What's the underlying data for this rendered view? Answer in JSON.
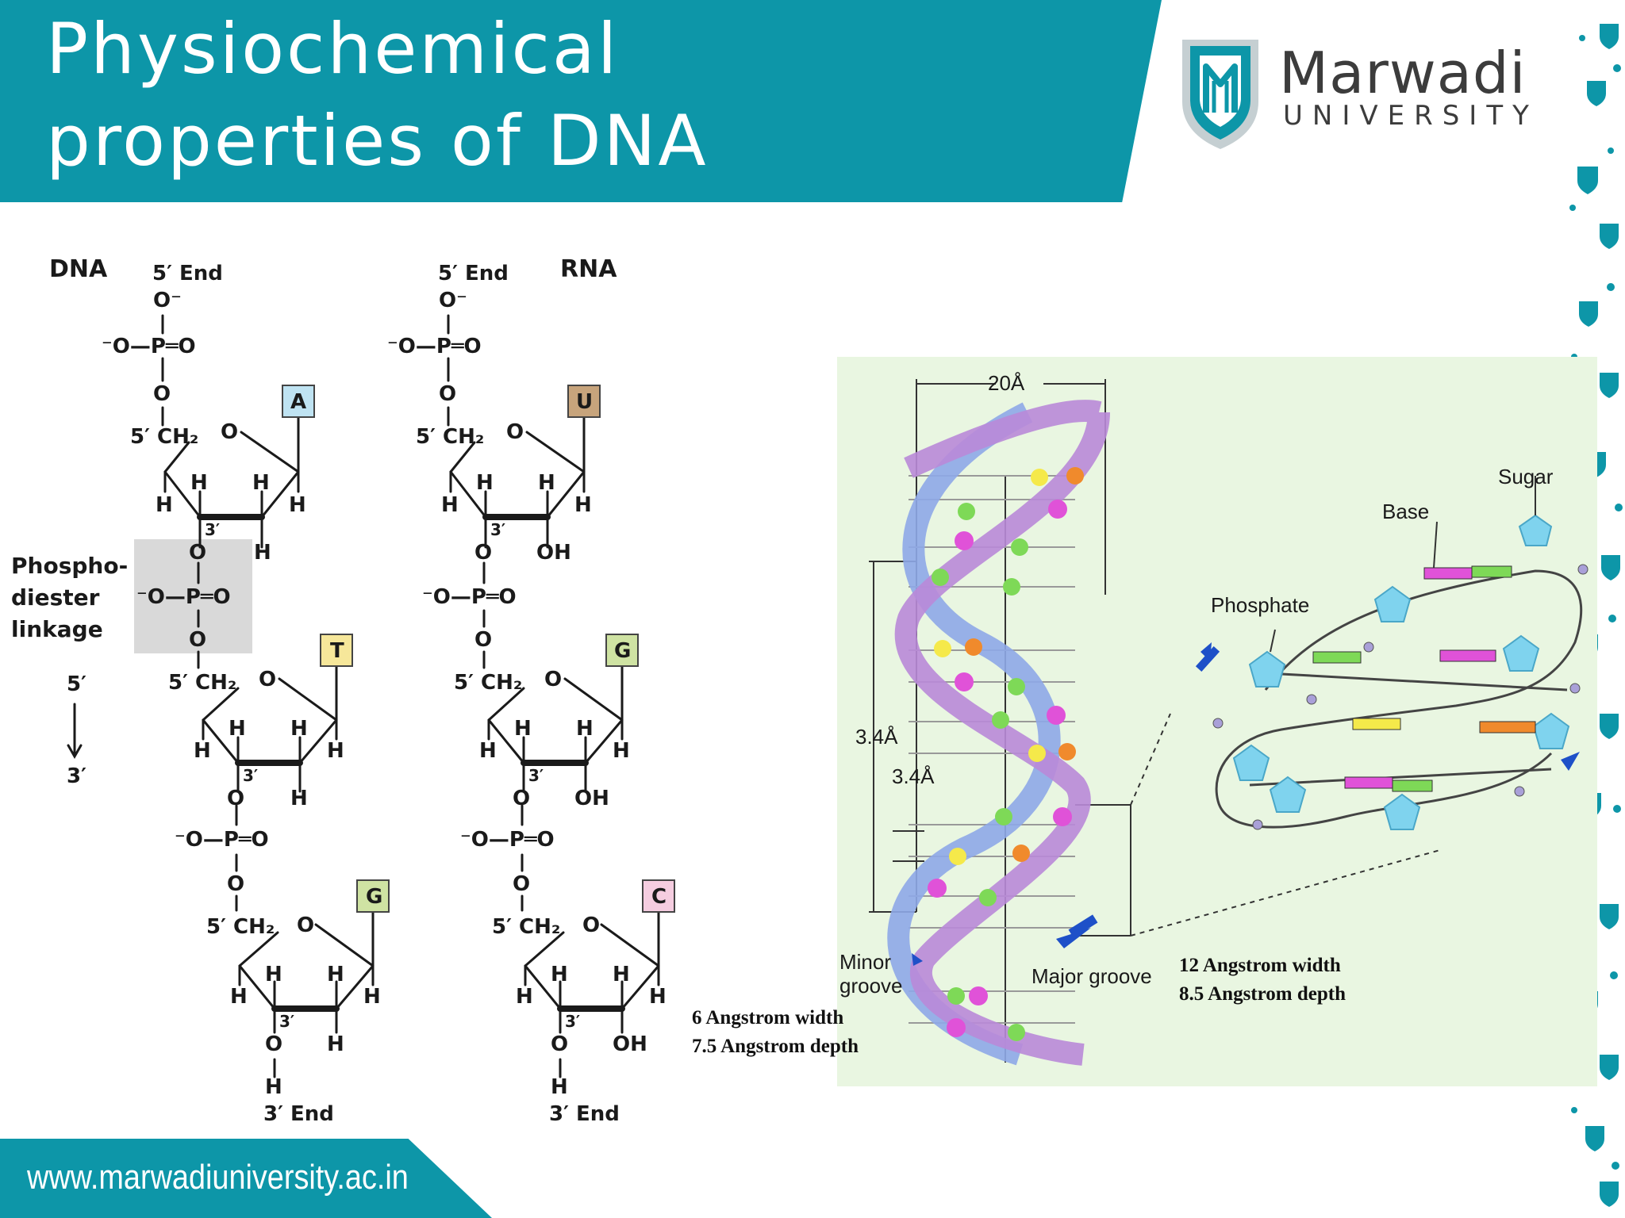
{
  "slide": {
    "title_line1": "Physiochemical",
    "title_line2": "properties of DNA",
    "footer_url": "www.marwadiuniversity.ac.in"
  },
  "logo": {
    "name": "Marwadi",
    "subtitle": "UNIVERSITY"
  },
  "structure": {
    "dna_label": "DNA",
    "rna_label": "RNA",
    "five_end": "5′ End",
    "three_end": "3′ End",
    "linkage_line1": "Phospho-",
    "linkage_line2": "diester",
    "linkage_line3": "linkage",
    "dir_from": "5′",
    "dir_to": "3′",
    "dna_bases": [
      "A",
      "T",
      "G"
    ],
    "rna_bases": [
      "U",
      "G",
      "C"
    ],
    "ch2": "5′ CH₂",
    "ring_o": "O",
    "h": "H",
    "oh": "OH",
    "three_prime": "3′",
    "phosphate_minus": "⁻O—P═O",
    "o_minus": "O⁻"
  },
  "helix": {
    "width_label": "20Å",
    "rise_label_1": "3.4Å",
    "rise_label_2": "3.4Å",
    "minor_groove_1": "Minor",
    "minor_groove_2": "groove",
    "major_groove": "Major groove",
    "sugar": "Sugar",
    "base": "Base",
    "phosphate": "Phosphate"
  },
  "annotations": {
    "minor_width": "6 Angstrom width",
    "minor_depth": "7.5 Angstrom depth",
    "major_width": "12 Angstrom width",
    "major_depth": "8.5 Angstrom depth"
  },
  "colors": {
    "teal": "#0d96a8",
    "base_A": "#bfe3f2",
    "base_T": "#f6e79a",
    "base_G": "#cfe3a3",
    "base_U": "#c7a47c",
    "base_C": "#f5cde0",
    "strand_purple": "#b98ad8",
    "strand_blue": "#8ea8e8"
  }
}
